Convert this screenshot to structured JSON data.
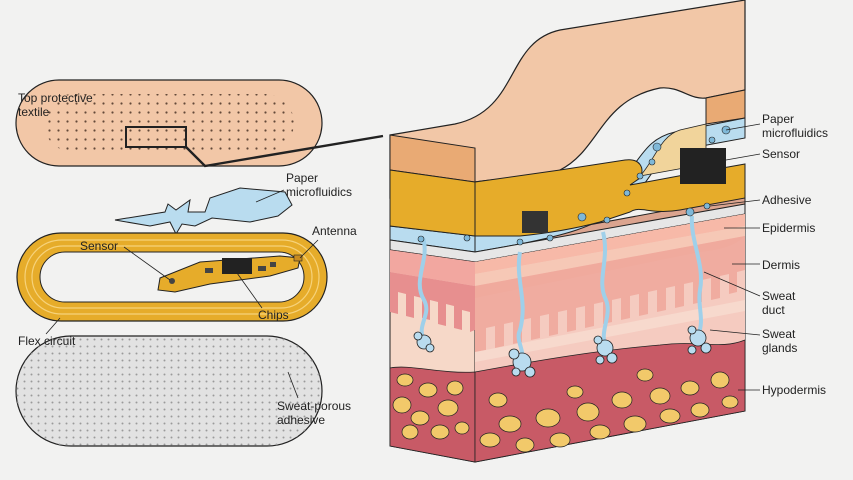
{
  "labels": {
    "top_textile": [
      "Top protective",
      "textile"
    ],
    "paper_left": [
      "Paper",
      "microfluidics"
    ],
    "sensor_left": "Sensor",
    "antenna": "Antenna",
    "chips": "Chips",
    "flex_circuit": "Flex circuit",
    "sweat_adhesive": [
      "Sweat-porous",
      "adhesive"
    ],
    "paper_right": [
      "Paper",
      "microfluidics"
    ],
    "sensor_right": "Sensor",
    "adhesive": "Adhesive",
    "epidermis": "Epidermis",
    "dermis": "Dermis",
    "sweat_duct": [
      "Sweat",
      "duct"
    ],
    "sweat_glands": [
      "Sweat",
      "glands"
    ],
    "hypodermis": "Hypodermis"
  },
  "colors": {
    "background": "#f2f2f1",
    "bandage": "#f2c7a7",
    "blue_fluid": "#b9dcef",
    "gold": "#e6ac2a",
    "dermis": "#f5cbc0",
    "fat": "#f2c96a",
    "hypodermis": "#c85a66"
  }
}
